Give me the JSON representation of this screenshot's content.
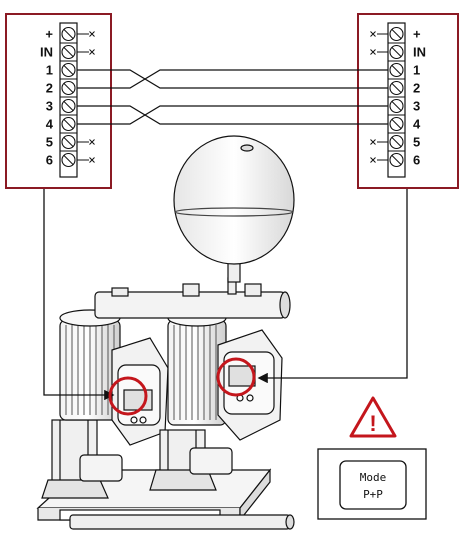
{
  "left_panel": {
    "terminals": [
      {
        "label": "+",
        "connected": false
      },
      {
        "label": "IN",
        "connected": false
      },
      {
        "label": "1",
        "connected": true
      },
      {
        "label": "2",
        "connected": true
      },
      {
        "label": "3",
        "connected": true
      },
      {
        "label": "4",
        "connected": true
      },
      {
        "label": "5",
        "connected": false
      },
      {
        "label": "6",
        "connected": false
      }
    ]
  },
  "right_panel": {
    "terminals": [
      {
        "label": "+",
        "connected": false
      },
      {
        "label": "IN",
        "connected": false
      },
      {
        "label": "1",
        "connected": true
      },
      {
        "label": "2",
        "connected": true
      },
      {
        "label": "3",
        "connected": true
      },
      {
        "label": "4",
        "connected": true
      },
      {
        "label": "5",
        "connected": false
      },
      {
        "label": "6",
        "connected": false
      }
    ]
  },
  "wiring": [
    {
      "from": "1",
      "to": "2"
    },
    {
      "from": "2",
      "to": "1"
    },
    {
      "from": "3",
      "to": "4"
    },
    {
      "from": "4",
      "to": "3"
    }
  ],
  "display": {
    "line1": "Mode",
    "line2": "P+P"
  },
  "warning": {
    "symbol": "!"
  },
  "colors": {
    "frame": "#8b1a24",
    "highlight": "#c4161c",
    "line": "#111111"
  }
}
